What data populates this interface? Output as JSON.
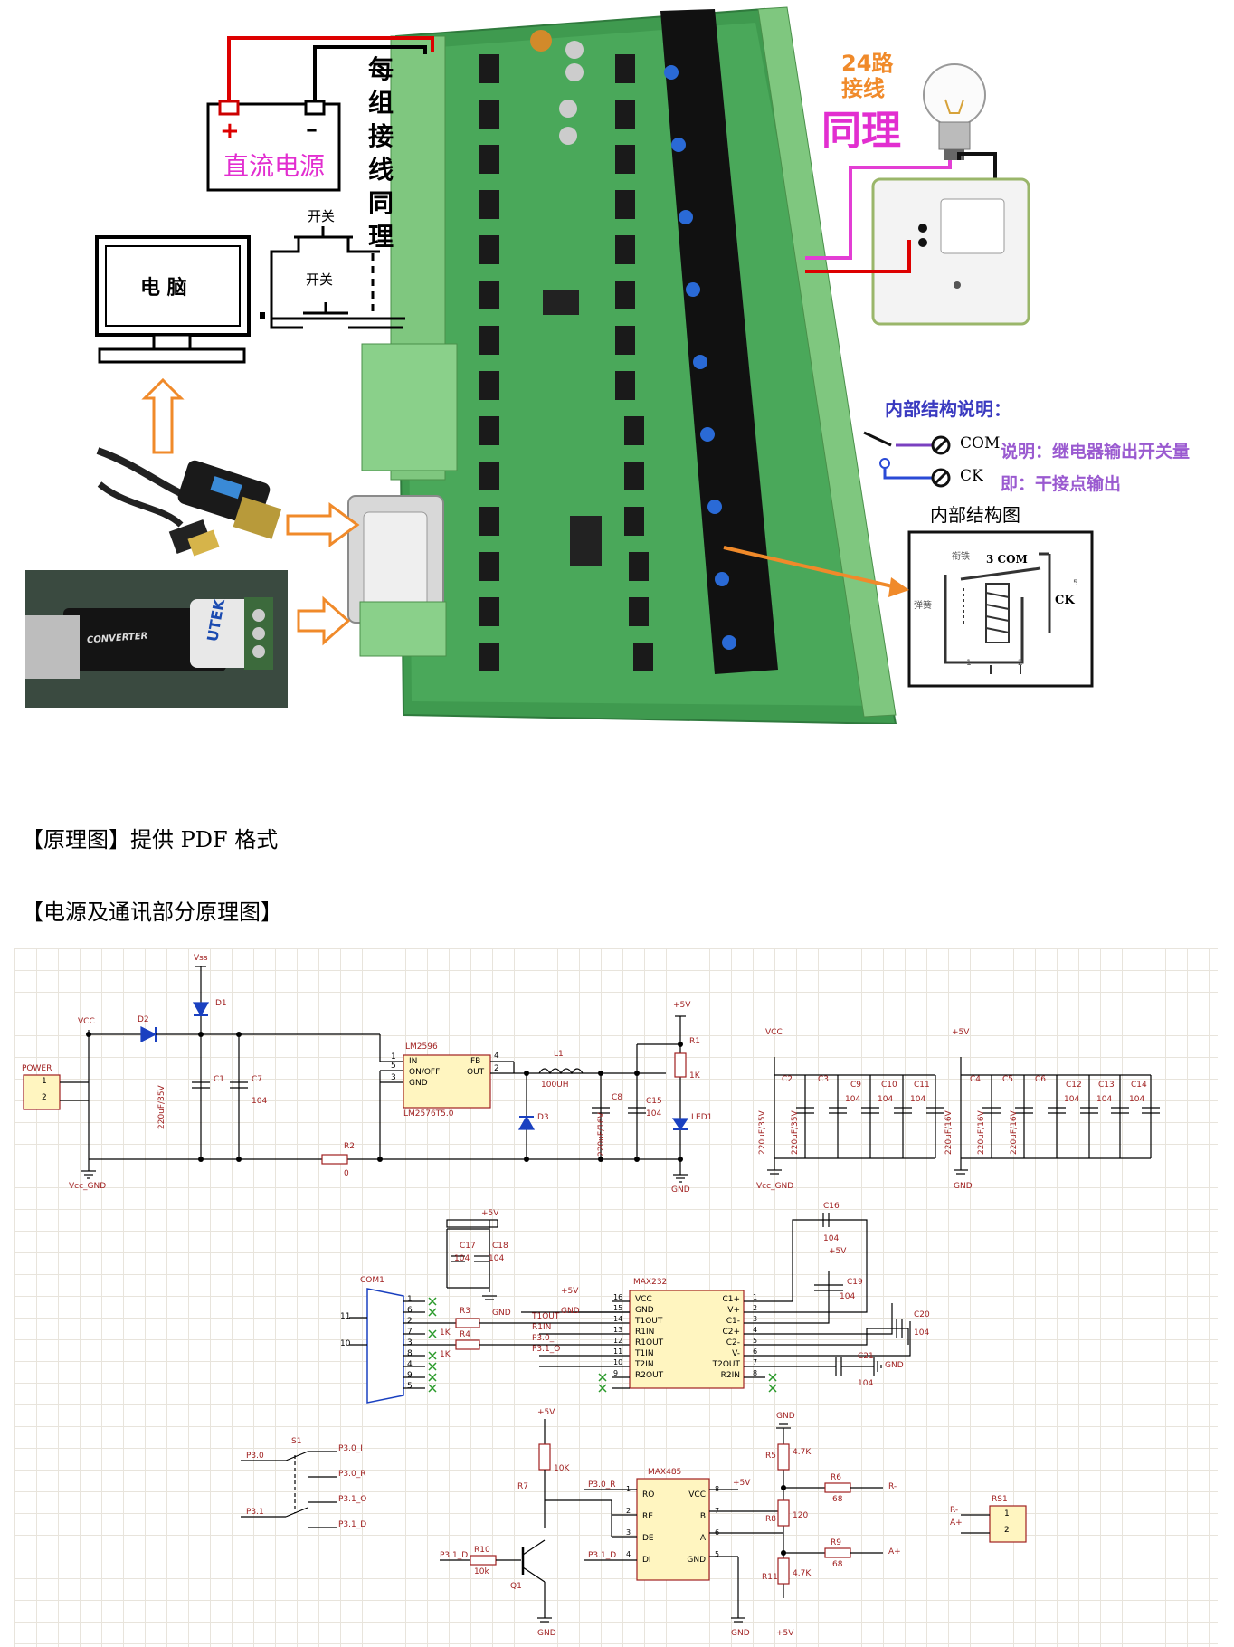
{
  "top": {
    "dc_power": "直流电源",
    "plus": "+",
    "minus": "–",
    "each_group": [
      "每",
      "组",
      "接",
      "线",
      "同",
      "理"
    ],
    "switch": "开关",
    "computer": "电 脑",
    "ch24": "24路",
    "wiring": "接线",
    "same": "同理",
    "internal_title": "内部结构说明：",
    "com": "COM",
    "ck": "CK",
    "explain1": "说明：继电器输出开关量",
    "explain2": "即：干接点输出",
    "struct_title": "内部结构图",
    "relay_com": "3 COM",
    "relay_ck": "CK",
    "relay_iron": "衔铁",
    "relay_spring": "弹簧",
    "relay_5": "5",
    "relay_1": "1",
    "relay_2": "2",
    "converter": "CONVERTER",
    "brand": "UTEK"
  },
  "headings": {
    "schematic_pdf": "【原理图】提供 PDF 格式",
    "power_comm": "【电源及通讯部分原理图】"
  },
  "schematic": {
    "vss": "Vss",
    "vcc": "VCC",
    "d1": "D1",
    "d2": "D2",
    "power": "POWER",
    "c1": "C1",
    "c7": "C7",
    "c7v": "104",
    "c1v": "220uF/35V",
    "lm2596": "LM2596",
    "lm_in": "IN",
    "lm_onoff": "ON/OFF",
    "lm_gnd": "GND",
    "lm_fb": "FB",
    "lm_out": "OUT",
    "lm_sub": "LM2576T5.0",
    "p1": "1",
    "p2": "2",
    "p3": "3",
    "p4": "4",
    "p5": "5",
    "l1": "L1",
    "l1v": "100UH",
    "d3": "D3",
    "c8": "C8",
    "c8v": "220uF/16V",
    "c15": "C15",
    "c15v": "104",
    "r1": "R1",
    "r1v": "1K",
    "led1": "LED1",
    "plus5v": "+5V",
    "r2": "R2",
    "r2v": "0",
    "vcc_gnd": "Vcc_GND",
    "gnd": "GND",
    "bank1": [
      "C2",
      "C3",
      "C9",
      "C10",
      "C11"
    ],
    "bank2": [
      "C4",
      "C5",
      "C6",
      "C12",
      "C13",
      "C14"
    ],
    "v104": "104",
    "v35": "220uF/35V",
    "v16": "220uF/16V",
    "c16": "C16",
    "c17": "C17",
    "c18": "C18",
    "c19": "C19",
    "c20": "C20",
    "c21": "C21",
    "com1": "COM1",
    "n11": "11",
    "n10": "10",
    "r3": "R3",
    "r4": "R4",
    "k1": "1K",
    "max232": "MAX232",
    "max_left": [
      "VCC",
      "GND",
      "T1OUT",
      "R1IN",
      "R1OUT",
      "T1IN",
      "T2IN",
      "R2OUT"
    ],
    "max_right": [
      "C1+",
      "V+",
      "C1-",
      "C2+",
      "C2-",
      "V-",
      "T2OUT",
      "R2IN"
    ],
    "max_lnum": [
      "16",
      "15",
      "14",
      "13",
      "12",
      "11",
      "10",
      "9"
    ],
    "max_rnum": [
      "1",
      "2",
      "3",
      "4",
      "5",
      "6",
      "7",
      "8"
    ],
    "t1out": "T1OUT",
    "r1in": "R1IN",
    "p30i": "P3.0_I",
    "p31o": "P3.1_O",
    "db9": [
      "1",
      "6",
      "2",
      "7",
      "3",
      "8",
      "4",
      "9",
      "5"
    ],
    "s1": "S1",
    "p30": "P3.0",
    "p31": "P3.1",
    "sw_out": [
      "P3.0_I",
      "P3.0_R",
      "P3.1_O",
      "P3.1_D"
    ],
    "r7": "R7",
    "r7v": "10K",
    "r10": "R10",
    "r10v": "10k",
    "q1": "Q1",
    "p31d": "P3.1_D",
    "p30r": "P3.0_R",
    "p31dd": "P3.1_D",
    "max485": "MAX485",
    "m485_left": [
      "RO",
      "RE",
      "DE",
      "DI"
    ],
    "m485_right": [
      "VCC",
      "B",
      "A",
      "GND"
    ],
    "m485_lnum": [
      "1",
      "2",
      "3",
      "4"
    ],
    "m485_rnum": [
      "8",
      "7",
      "6",
      "5"
    ],
    "r5": "R5",
    "r5v": "4.7K",
    "r8": "R8",
    "r8v": "120",
    "r11": "R11",
    "r11v": "4.7K",
    "r6": "R6",
    "r6v": "68",
    "r9": "R9",
    "r9v": "68",
    "rminus": "R-",
    "aplus": "A+",
    "rs1": "RS1",
    "rs_r": "R-",
    "rs_a": "A+"
  }
}
